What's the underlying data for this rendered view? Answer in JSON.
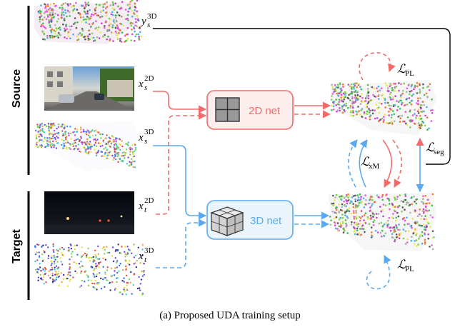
{
  "side_labels": {
    "source": "Source",
    "target": "Target"
  },
  "inputs": {
    "source_label3d_main": "y",
    "source_label3d_sub": "s",
    "source_label3d_sup": "3D",
    "source_2d_main": "x",
    "source_2d_sub": "s",
    "source_2d_sup": "2D",
    "source_3d_main": "x",
    "source_3d_sub": "s",
    "source_3d_sup": "3D",
    "target_2d_main": "x",
    "target_2d_sub": "t",
    "target_2d_sup": "2D",
    "target_3d_main": "x",
    "target_3d_sub": "t",
    "target_3d_sup": "3D"
  },
  "networks": {
    "net2d": "2D net",
    "net3d": "3D net"
  },
  "losses": {
    "pl_top_main": "ℒ",
    "pl_top_sub": "PL",
    "pl_bottom_main": "ℒ",
    "pl_bottom_sub": "PL",
    "xm_main": "ℒ",
    "xm_sub": "xM",
    "seg_main": "ℒ",
    "seg_sub": "seg"
  },
  "caption": "(a) Proposed UDA training setup",
  "colors": {
    "net2d": "#f26b6b",
    "net3d": "#5aa9ee",
    "net2d_fill": "#fdeeee",
    "net3d_fill": "#eaf4fd",
    "black": "#000000"
  }
}
